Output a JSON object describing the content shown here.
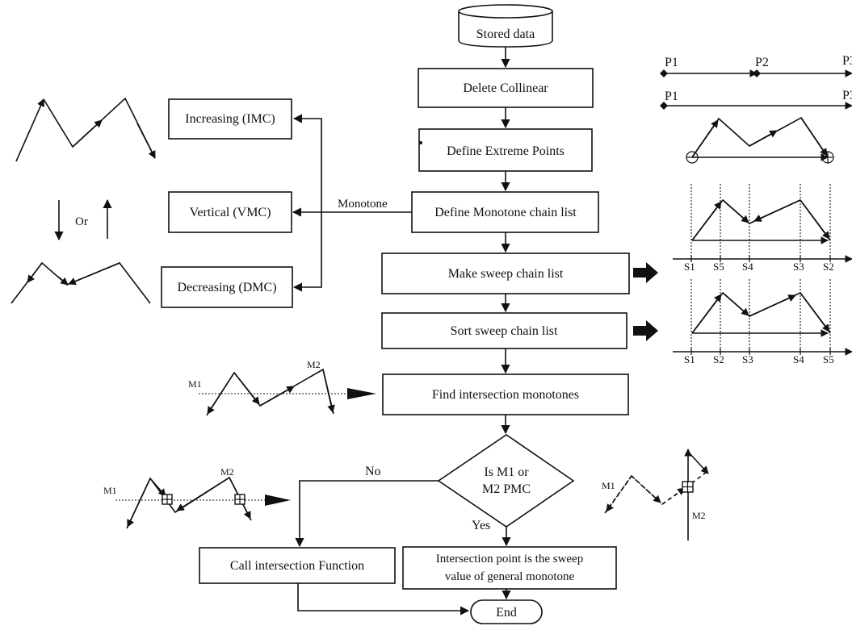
{
  "flow": {
    "stored_data": "Stored data",
    "delete_collinear": "Delete Collinear",
    "define_extreme_points": "Define Extreme Points",
    "define_monotone_chain_list": "Define Monotone chain list",
    "make_sweep_chain_list": "Make sweep chain list",
    "sort_sweep_chain_list": "Sort sweep chain list",
    "find_intersection_monotones": "Find intersection monotones",
    "decision_line1": "Is M1 or",
    "decision_line2": "M2 PMC",
    "no_label": "No",
    "yes_label": "Yes",
    "call_intersection_function": "Call intersection Function",
    "intersection_point_line1": "Intersection point is the sweep",
    "intersection_point_line2": "value of general monotone",
    "end": "End"
  },
  "monotone": {
    "branch_label": "Monotone",
    "increasing": "Increasing (IMC)",
    "vertical": "Vertical (VMC)",
    "decreasing": "Decreasing (DMC)",
    "or_label": "Or"
  },
  "collinear_example": {
    "p1": "P1",
    "p2": "P2",
    "p3": "P3",
    "p1b": "P1",
    "p3b": "P3"
  },
  "sweep_make": {
    "ticks": [
      "S1",
      "S5",
      "S4",
      "S3",
      "S2"
    ]
  },
  "sweep_sort": {
    "ticks": [
      "S1",
      "S2",
      "S3",
      "S4",
      "S5"
    ]
  },
  "labels": {
    "m1": "M1",
    "m2": "M2"
  }
}
